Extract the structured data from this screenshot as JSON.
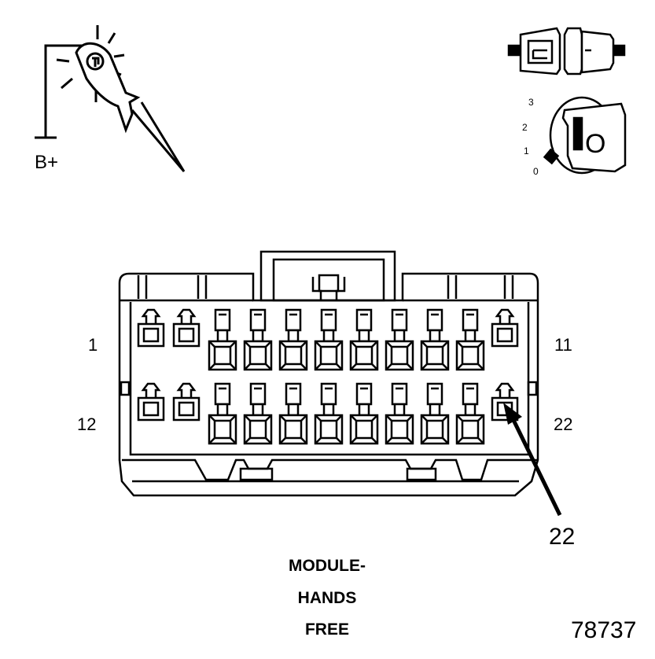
{
  "probe": {
    "supply_label": "B+"
  },
  "ignition": {
    "positions": [
      "3",
      "2",
      "1",
      "0"
    ],
    "key_letter": "O"
  },
  "connector": {
    "pin_labels": {
      "top_left": "1",
      "top_right": "11",
      "bottom_left": "12",
      "bottom_right": "22"
    },
    "callout_label": "22",
    "title_lines": [
      "MODULE-",
      "HANDS",
      "FREE"
    ]
  },
  "figure_number": "78737"
}
